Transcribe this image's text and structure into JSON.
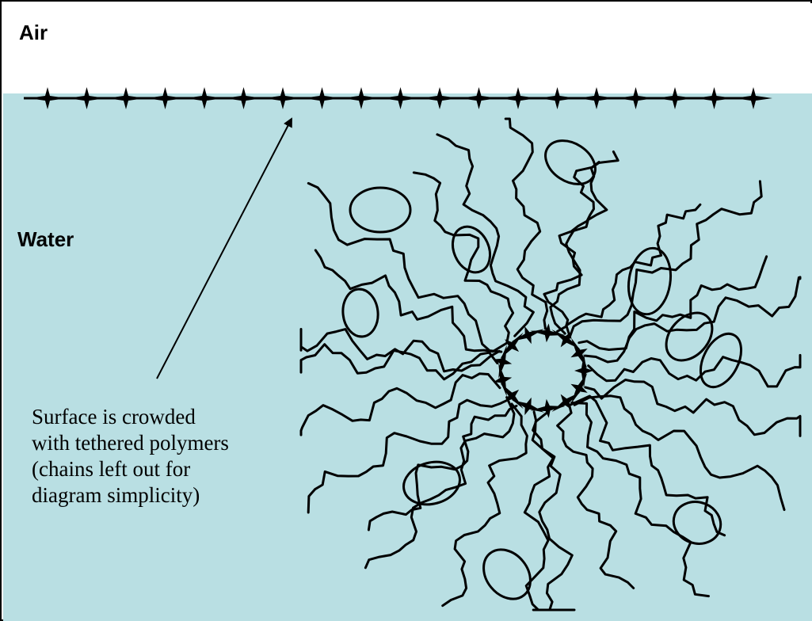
{
  "labels": {
    "air": "Air",
    "water": "Water"
  },
  "note": {
    "lines": [
      "Surface is crowded",
      "with tethered polymers",
      "(chains left out for",
      "diagram simplicity)"
    ]
  },
  "colors": {
    "water": "#b9dfe3",
    "air": "#ffffff",
    "ink": "#000000"
  },
  "icons": {
    "surface_anchor": "four-point-star-icon",
    "micelle_core_anchor": "four-point-star-icon"
  }
}
